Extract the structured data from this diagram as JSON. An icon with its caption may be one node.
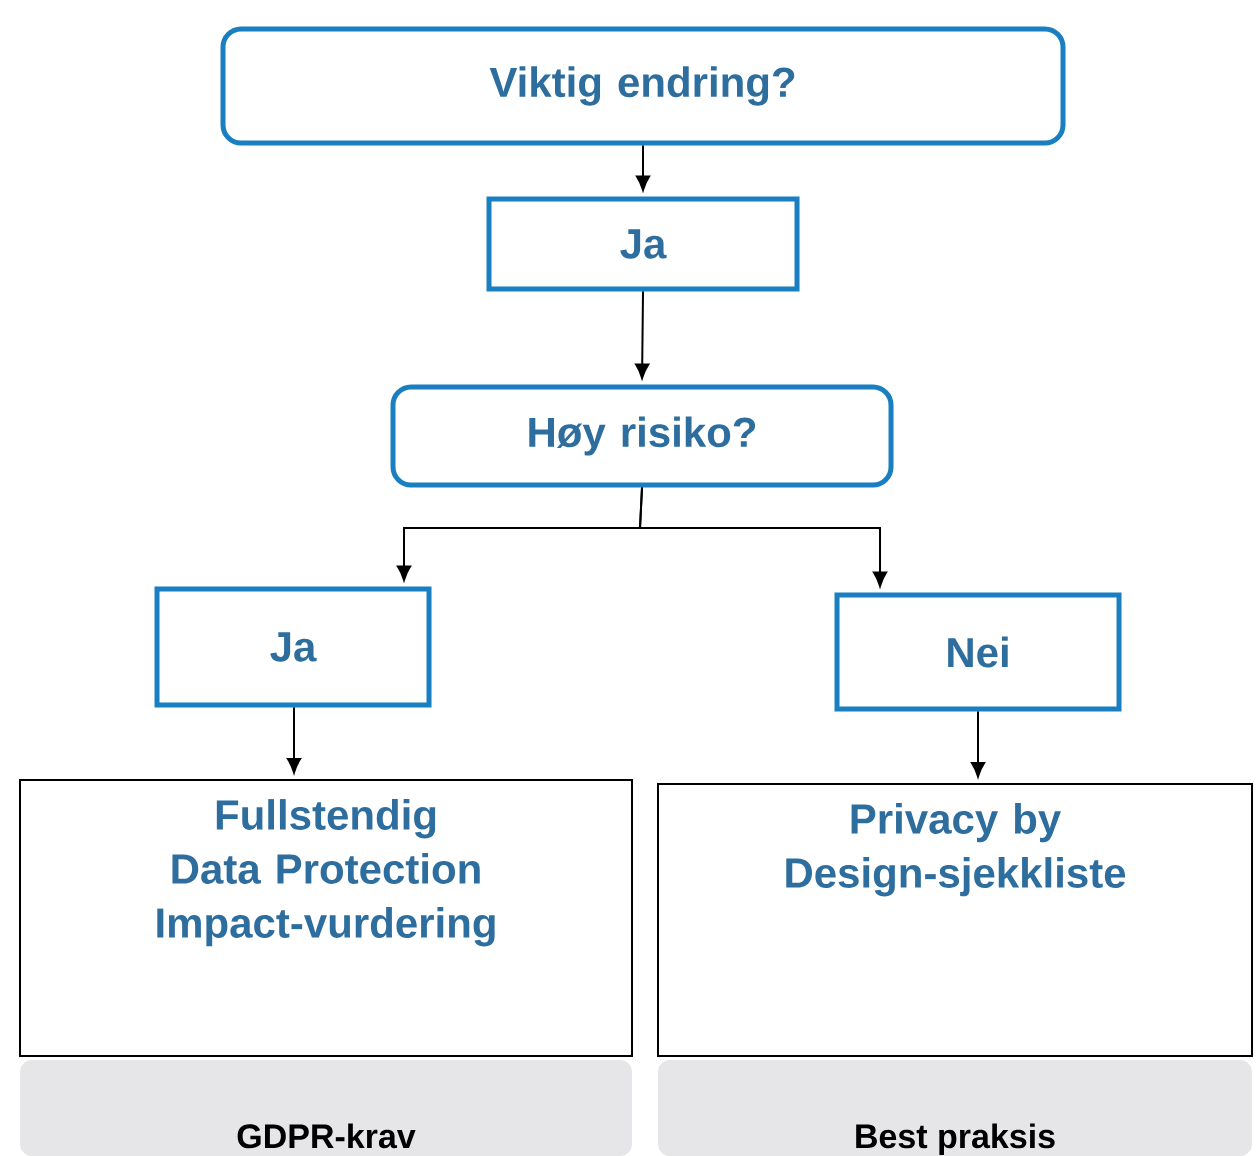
{
  "diagram": {
    "nodes": [
      {
        "text": [
          "Viktig endring?"
        ]
      },
      {
        "text": [
          "Ja"
        ]
      },
      {
        "text": [
          "Høy risiko?"
        ]
      },
      {
        "text": [
          "Ja"
        ]
      },
      {
        "text": [
          "Nei"
        ]
      },
      {
        "text": [
          "Fullstendig Data Protection Impact-vurdering"
        ]
      },
      {
        "text": [
          "Privacy by Design-sjekkliste"
        ]
      },
      {
        "text": [
          "GDPR-krav"
        ]
      },
      {
        "text": [
          "Best praksis"
        ]
      }
    ],
    "edges": [
      {
        "from": 0,
        "to": 1,
        "arrow": "to"
      },
      {
        "from": 1,
        "to": 2,
        "arrow": "to"
      },
      {
        "from": 2,
        "to": 3,
        "arrow": "to"
      },
      {
        "from": 2,
        "to": 4,
        "arrow": "to"
      },
      {
        "from": 3,
        "to": 5,
        "arrow": "to"
      },
      {
        "from": 4,
        "to": 6,
        "arrow": "to"
      }
    ]
  }
}
